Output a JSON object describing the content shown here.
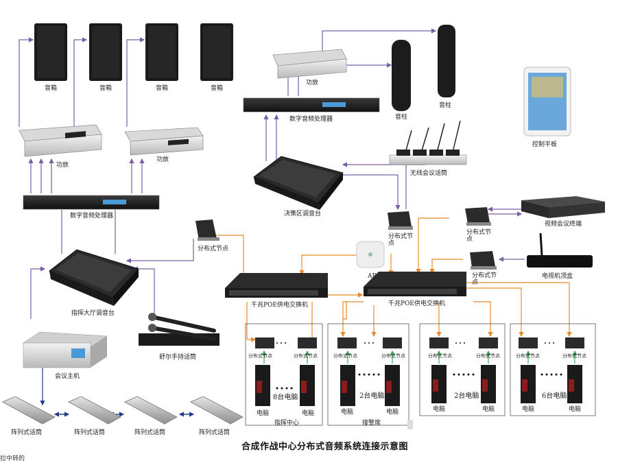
{
  "diagram": {
    "title": "合成作战中心分布式音频系统连接示意图",
    "labels": {
      "speaker": "音箱",
      "amplifier": "功放",
      "dsp": "数字音频处理器",
      "column_speaker": "音柱",
      "control_tablet": "控制平板",
      "wireless_mics": "无线会议话筒",
      "decision_mixer": "决策区调音台",
      "dist_node": "分布式节点",
      "dist_node_wrap": "分布式节\n点",
      "video_conf": "视频会议终端",
      "tv_box": "电视机顶盒",
      "ap": "AP",
      "poe_switch": "千兆POE供电交换机",
      "command_mixer": "指挥大厅调音台",
      "shure_mic": "舒尔手持话筒",
      "conf_host": "会议主机",
      "array_mic": "阵列式话筒",
      "computer": "电脑",
      "eight_pcs": "8台电脑",
      "two_pcs": "2台电脑",
      "six_pcs": "6台电脑",
      "command_center": "指挥中心",
      "alarm_desk": "接警席",
      "node_small": "分布式节点"
    },
    "footer": "拉中转的"
  },
  "colors": {
    "audio_line": "#7b5ea7",
    "network_line": "#e8892b",
    "usb_line": "#3aaa5a",
    "mic_chain": "#1f3c88"
  }
}
